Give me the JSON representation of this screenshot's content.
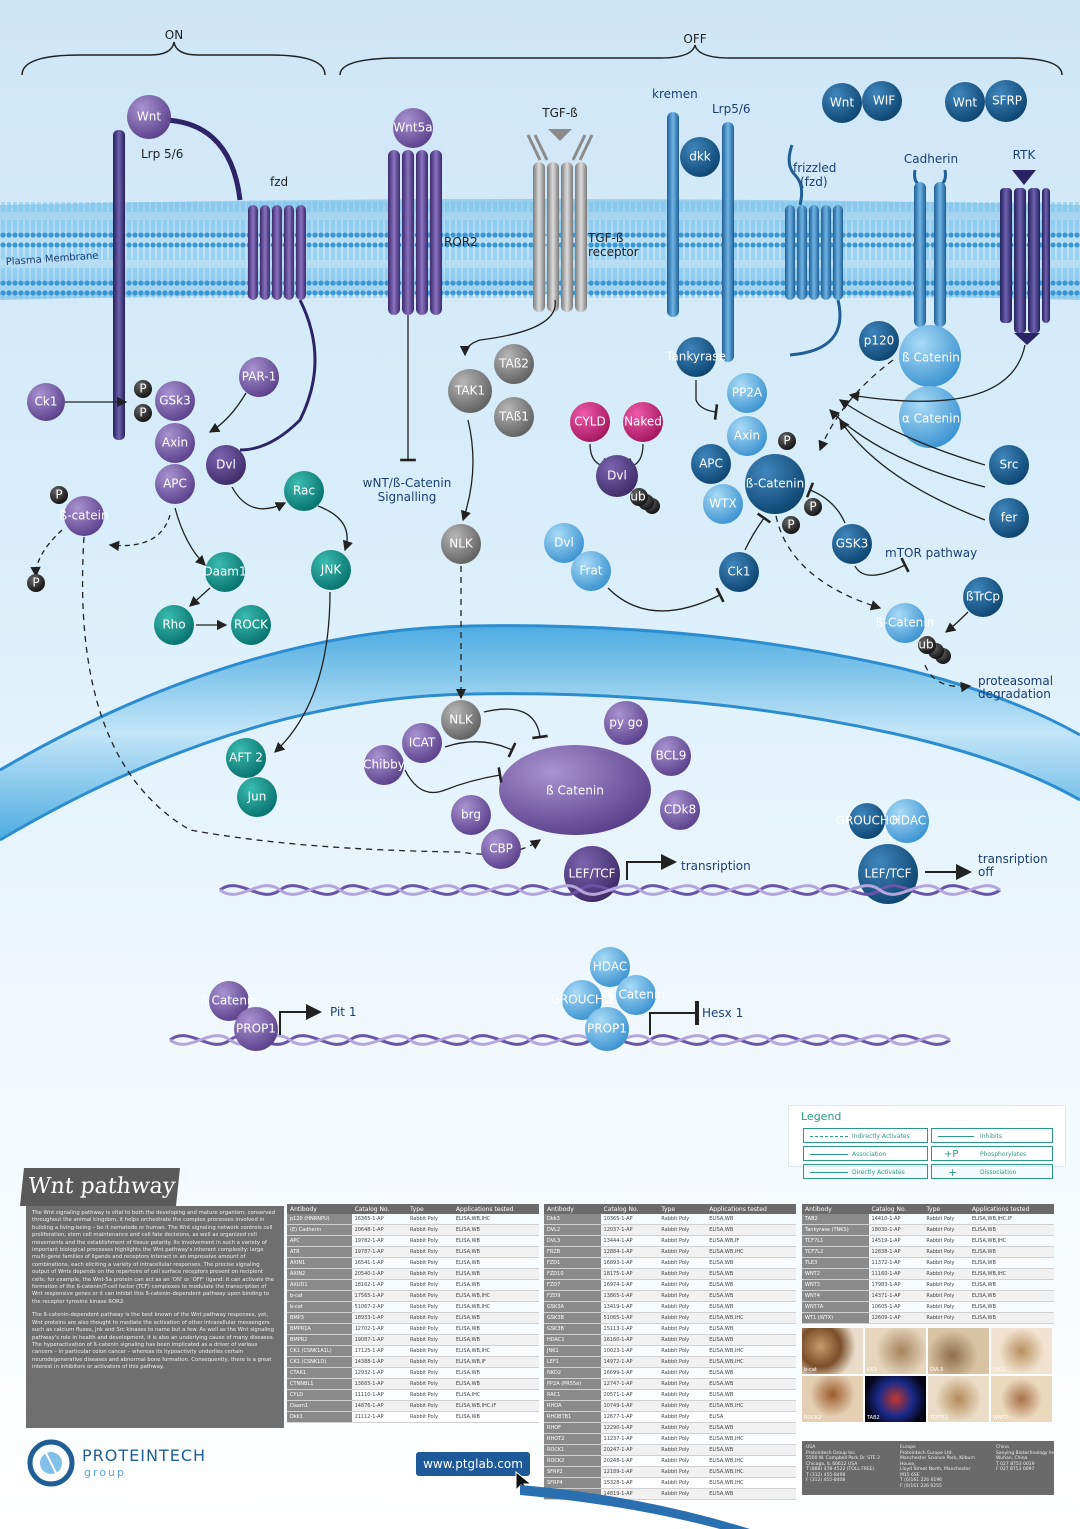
{
  "header": {
    "on_label": "ON",
    "off_label": "OFF"
  },
  "membrane": {
    "label": "Plasma Membrane"
  },
  "nodes": {
    "wnt": "Wnt",
    "lrp56_on": "Lrp 5/6",
    "fzd": "fzd",
    "wnt5a": "Wnt5a",
    "ror2": "ROR2",
    "tgfb": "TGF-ß",
    "tgfb_receptor_1": "TGF-ß",
    "tgfb_receptor_2": "receptor",
    "kremen": "kremen",
    "lrp56_off": "Lrp5/6",
    "dkk": "dkk",
    "frizzled_1": "frizzled",
    "frizzled_2": "(fzd)",
    "wnt_wif_1": "Wnt",
    "wif": "WIF",
    "wnt_sfrp_1": "Wnt",
    "sfrp": "SFRP",
    "cadherin": "Cadherin",
    "rtk": "RTK",
    "ck1_left": "Ck1",
    "p": "P",
    "gsk3": "GSk3",
    "axin": "Axin",
    "apc": "APC",
    "dvl": "Dvl",
    "par1": "PAR-1",
    "b_catein": "ß-catein",
    "rac": "Rac",
    "daam1": "Daam1",
    "rho": "Rho",
    "rock": "ROCK",
    "jnk": "JNK",
    "wnt_catenin_1": "wNT/ß-Catenin",
    "wnt_catenin_2": "Signalling",
    "tab2": "TAß2",
    "tak1": "TAK1",
    "tab1": "TAß1",
    "nlk": "NLK",
    "cyld": "CYLD",
    "naked": "Naked",
    "dvl_ub": "Dvl",
    "ub": "ub",
    "tankyrase": "Tankyrase",
    "pp2a": "PP2A",
    "axin_off": "Axin",
    "apc_off": "APC",
    "wtx": "WTX",
    "b_catenin_off": "ß-Catenin",
    "p120": "p120",
    "b_catenin_cad": "ß Catenin",
    "a_catenin": "α Catenin",
    "src": "Src",
    "fer": "fer",
    "gsk3_off": "GSK3",
    "mtor": "mTOR pathway",
    "dvl_frat": "Dvl",
    "frat": "Frat",
    "ck1_off": "Ck1",
    "btrcp": "ßTrCp",
    "b_catenin_ub": "ß-Catenin",
    "proteasomal_1": "proteasomal",
    "proteasomal_2": "degradation",
    "aft2": "AFT 2",
    "jun": "Jun",
    "nlk_nuc": "NLK",
    "icat": "ICAT",
    "chibby": "Chibby",
    "b_catenin_big": "ß Catenin",
    "pygo": "py go",
    "bcl9": "BCL9",
    "cdk8": "CDk8",
    "brg": "brg",
    "cbp": "CBP",
    "lef_tcf": "LEF/TCF",
    "transcription_on": "transription",
    "groucho": "GROUCHO",
    "hdac": "HDAC",
    "lef_tcf_off": "LEF/TCF",
    "transcription_off_1": "transription",
    "transcription_off_2": "off",
    "b_catenin_prop": "ß Catenin",
    "prop1": "PROP1",
    "pit1": "Pit 1",
    "hdac2": "HDAC",
    "groucho2": "GROUCHO",
    "b_catenin_prop2": "ß Catenin",
    "prop1_2": "PROP1",
    "hesx1": "Hesx 1"
  },
  "legend": {
    "title": "Legend",
    "indirect": "Indirectly Activates",
    "association": "Association",
    "direct": "Directly Activates",
    "inhibits": "Inhibits",
    "phosphorylates": "Phosphorylates",
    "dissociation": "Dissociation",
    "plus_p": "+P",
    "plus": "+"
  },
  "panel": {
    "title": "Wnt pathway",
    "intro_1": "The Wnt signaling pathway is vital to both the developing and mature organism; conserved throughout the animal kingdom, it helps orchestrate the complex processes involved in building a living-being – be it nematode or human. The Wnt signaling network controls cell proliferation, stem cell maintenance and cell fate decisions, as well as organized cell movements and the establishment of tissue polarity. Its involvement in such a variety of important biological processes highlights the Wnt pathway's inherent complexity: large multi-gene families of ligands and receptors interact in an impressive amount of combinations, each eliciting a variety of intracellular responses. The precise signaling output of Wnts depends on the repertoire of cell surface receptors present on recipient cells; for example, the Wnt-5a protein can act as an 'ON' or 'OFF' ligand: it can activate the formation of the ß-catenin/T-cell factor (TCF) complexes to modulate the transcription of Wnt responsive genes or it can inhibit this ß-catenin-dependent pathway upon binding to the receptor tyrosine kinase ROR2.",
    "intro_2": "The ß-catenin-dependent pathway is the best known of the Wnt pathway responses, yet, Wnt proteins are also thought to mediate the activation of other intracellular messengers such as calcium fluxes, Jnk and Src kinases to name but a few. As well as the Wnt signaling pathway's role in health and development, it is also an underlying cause of many diseases. The hyperactivation of ß-catenin signaling has been implicated as a driver of various cancers – in particular colon cancer – whereas its hypoactivity underlies certain neurodegenerative diseases and abnormal bone formation. Consequently, there is a great interest in inhibitors or activators of this pathway.",
    "website": "www.ptglab.com",
    "logo_1": "PROTEINTECH",
    "logo_2": "group"
  },
  "table_headers": [
    "Antibody",
    "Catalog No.",
    "Type",
    "Applications tested"
  ],
  "table1": [
    [
      "p120 (HNRNPU)",
      "16365-1-AP",
      "Rabbit Poly",
      "ELISA,WB,IHC"
    ],
    [
      "(E) Cadherin",
      "20648-1-AP",
      "Rabbit Poly",
      "ELISA,WB"
    ],
    [
      "APC",
      "19782-1-AP",
      "Rabbit Poly",
      "ELISA,WB"
    ],
    [
      "ATR",
      "19787-1-AP",
      "Rabbit Poly",
      "ELISA,WB"
    ],
    [
      "AXIN1",
      "16541-1-AP",
      "Rabbit Poly",
      "ELISA,WB"
    ],
    [
      "AXIN2",
      "20540-1-AP",
      "Rabbit Poly",
      "ELISA,WB"
    ],
    [
      "AXUD1",
      "18162-1-AP",
      "Rabbit Poly",
      "ELISA,WB"
    ],
    [
      "b-cat",
      "17565-1-AP",
      "Rabbit Poly",
      "ELISA,WB,IHC"
    ],
    [
      "b-cat",
      "51067-2-AP",
      "Rabbit Poly",
      "ELISA,WB,IHC"
    ],
    [
      "BMP3",
      "18933-1-AP",
      "Rabbit Poly",
      "ELISA,WB"
    ],
    [
      "BMPR1A",
      "12702-1-AP",
      "Rabbit Poly",
      "ELISA,WB"
    ],
    [
      "BMPR2",
      "19087-1-AP",
      "Rabbit Poly",
      "ELISA,WB"
    ],
    [
      "CK1 (CSNK1A1L)",
      "17125-1-AP",
      "Rabbit Poly",
      "ELISA,WB,IHC"
    ],
    [
      "CK1 (CSNK1D)",
      "14388-1-AP",
      "Rabbit Poly",
      "ELISA,WB,IF"
    ],
    [
      "CTAK1",
      "12932-1-AP",
      "Rabbit Poly",
      "ELISA,WB"
    ],
    [
      "CTNNBL1",
      "13665-1-AP",
      "Rabbit Poly",
      "ELISA,WB"
    ],
    [
      "CYLD",
      "11110-1-AP",
      "Rabbit Poly",
      "ELISA,IHC"
    ],
    [
      "Daam1",
      "14876-1-AP",
      "Rabbit Poly",
      "ELISA,WB,IHC,IF"
    ],
    [
      "Dkk1",
      "21112-1-AP",
      "Rabbit Poly",
      "ELISA,WB"
    ]
  ],
  "table2": [
    [
      "Dkk3",
      "10365-1-AP",
      "Rabbit Poly",
      "ELISA,WB"
    ],
    [
      "DVL2",
      "12037-1-AP",
      "Rabbit Poly",
      "ELISA,WB"
    ],
    [
      "DVL3",
      "13444-1-AP",
      "Rabbit Poly",
      "ELISA,WB,IF"
    ],
    [
      "FRZB",
      "12884-1-AP",
      "Rabbit Poly",
      "ELISA,WB,IHC"
    ],
    [
      "FZD1",
      "16893-1-AP",
      "Rabbit Poly",
      "ELISA,WB"
    ],
    [
      "FZD10",
      "18175-1-AP",
      "Rabbit Poly",
      "ELISA,WB"
    ],
    [
      "FZD7",
      "16974-1-AP",
      "Rabbit Poly",
      "ELISA,WB"
    ],
    [
      "FZD9",
      "13865-1-AP",
      "Rabbit Poly",
      "ELISA,WB"
    ],
    [
      "GSK3A",
      "13419-1-AP",
      "Rabbit Poly",
      "ELISA,WB"
    ],
    [
      "GSK3B",
      "51065-1-AP",
      "Rabbit Poly",
      "ELISA,WB,IHC"
    ],
    [
      "GSK3B",
      "15113-1-AP",
      "Rabbit Poly",
      "ELISA,WB"
    ],
    [
      "HDAC1",
      "16160-1-AP",
      "Rabbit Poly",
      "ELISA,WB"
    ],
    [
      "JNK1",
      "10023-1-AP",
      "Rabbit Poly",
      "ELISA,WB,IHC"
    ],
    [
      "LEF1",
      "14972-1-AP",
      "Rabbit Poly",
      "ELISA,WB,IHC"
    ],
    [
      "NKD2",
      "16699-1-AP",
      "Rabbit Poly",
      "ELISA,WB"
    ],
    [
      "PP2A (PR55a)",
      "12747-1-AP",
      "Rabbit Poly",
      "ELISA,WB"
    ],
    [
      "RAC1",
      "20571-1-AP",
      "Rabbit Poly",
      "ELISA,WB"
    ],
    [
      "RHOA",
      "10749-1-AP",
      "Rabbit Poly",
      "ELISA,WB,IHC"
    ],
    [
      "RHOBTB1",
      "12677-1-AP",
      "Rabbit Poly",
      "ELISA"
    ],
    [
      "RHOF",
      "12290-1-AP",
      "Rabbit Poly",
      "ELISA,WB"
    ],
    [
      "RHOT2",
      "11237-1-AP",
      "Rabbit Poly",
      "ELISA,WB,IHC"
    ],
    [
      "ROCK1",
      "20247-1-AP",
      "Rabbit Poly",
      "ELISA,WB"
    ],
    [
      "ROCK2",
      "20248-1-AP",
      "Rabbit Poly",
      "ELISA,WB,IHC"
    ],
    [
      "SFRP2",
      "12189-1-AP",
      "Rabbit Poly",
      "ELISA,WB,IHC"
    ],
    [
      "SFRP4",
      "15328-1-AP",
      "Rabbit Poly",
      "ELISA,WB,IHC"
    ],
    [
      "TAB1",
      "14819-1-AP",
      "Rabbit Poly",
      "ELISA,WB"
    ]
  ],
  "table3": [
    [
      "TAB2",
      "14410-1-AP",
      "Rabbit Poly",
      "ELISA,WB,IHC,IF"
    ],
    [
      "Tankyrase (TNKS)",
      "18030-1-AP",
      "Rabbit Poly",
      "ELISA,WB"
    ],
    [
      "TCF7L1",
      "14519-1-AP",
      "Rabbit Poly",
      "ELISA,WB,IHC"
    ],
    [
      "TCF7L2",
      "12838-1-AP",
      "Rabbit Poly",
      "ELISA,WB"
    ],
    [
      "TLE3",
      "11372-1-AP",
      "Rabbit Poly",
      "ELISA,WB"
    ],
    [
      "WNT2",
      "11160-1-AP",
      "Rabbit Poly",
      "ELISA,WB,IHC"
    ],
    [
      "WNT3",
      "17983-1-AP",
      "Rabbit Poly",
      "ELISA,WB"
    ],
    [
      "WNT4",
      "14371-1-AP",
      "Rabbit Poly",
      "ELISA,WB"
    ],
    [
      "WNT7A",
      "10605-1-AP",
      "Rabbit Poly",
      "ELISA,WB"
    ],
    [
      "WT1 (WTX)",
      "12609-1-AP",
      "Rabbit Poly",
      "ELISA,WB"
    ]
  ],
  "photos": [
    "b-cat",
    "CK1",
    "DVL3",
    "JNK1",
    "ROCK2",
    "TAB2",
    "TCF7L1",
    "WNT2"
  ],
  "contact": {
    "usa": "USA\nProteintech Group Inc.\n5500 W. Campbell Park Dr. STE 2\nChicago, IL 60612 USA\nT (888) 478-4522 (TOLL FREE)\nT (312) 455-8498\nF (312) 455-8408",
    "europe": "Europe\nProteintech Europe Ltd.\nManchester Science Park, Kilburn House,\nLloyd Street North, Manchester M15 6SE\nT (0)161 226 6196\nF (0)161 226 6255",
    "china": "China\nSanying Biotechnology Inc.\nWuhan, China\nT 027 8753 0019\nF 027 8753 0097"
  },
  "colors": {
    "purple": "#6c4f9c",
    "teal": "#0f8a83",
    "darkblue": "#155a8a",
    "lightblue": "#4ea6dd",
    "gray": "#7e7e7e",
    "pink": "#c0267d"
  }
}
